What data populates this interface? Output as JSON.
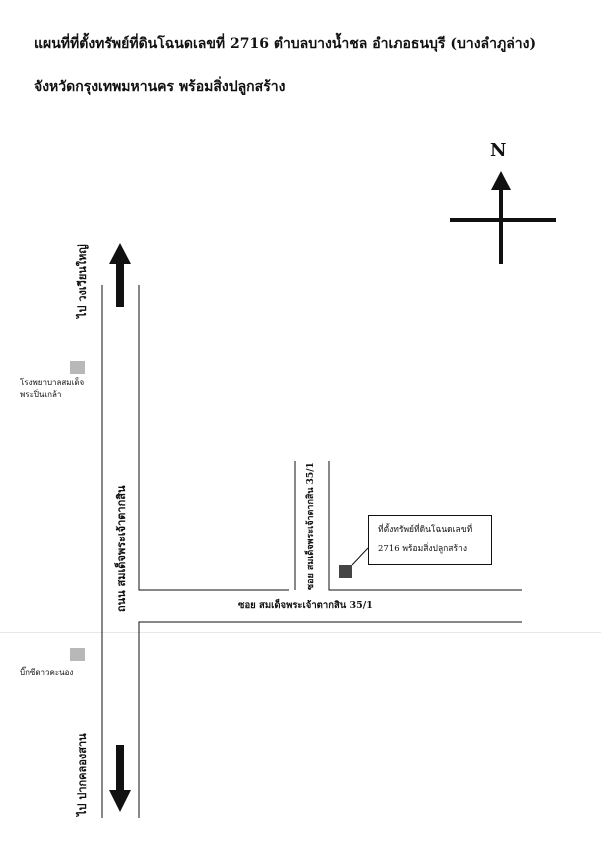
{
  "title": {
    "line1": "แผนที่ที่ตั้งทรัพย์ที่ดินโฉนดเลขที่ 2716 ตำบลบางน้ำชล อำเภอธนบุรี (บางลำภูล่าง)",
    "line2": "จังหวัดกรุงเทพมหานคร พร้อมสิ่งปลูกสร้าง"
  },
  "compass": {
    "north_label": "N"
  },
  "directions": {
    "top": "ไป วงเวียนใหญ่",
    "bottom": "ไป ปากคลองสาน"
  },
  "roads": {
    "main_road": "ถนน สมเด็จพระเจ้าตากสิน",
    "soi_horizontal": "ซอย สมเด็จพระเจ้าตากสิน 35/1",
    "soi_vertical": "ซอย สมเด็จพระเจ้าตากสิน 35/1"
  },
  "landmarks": {
    "hospital_line1": "โรงพยาบาลสมเด็จ",
    "hospital_line2": "พระปิ่นเกล้า",
    "bigc": "บิ๊กซีดาวคะนอง"
  },
  "property": {
    "line1": "ที่ตั้งทรัพย์ที่ดินโฉนดเลขที่",
    "line2": "2716 พร้อมสิ่งปลูกสร้าง"
  },
  "colors": {
    "ink": "#111111",
    "landmark_marker": "#b8b8b8",
    "property_marker": "#444444"
  }
}
